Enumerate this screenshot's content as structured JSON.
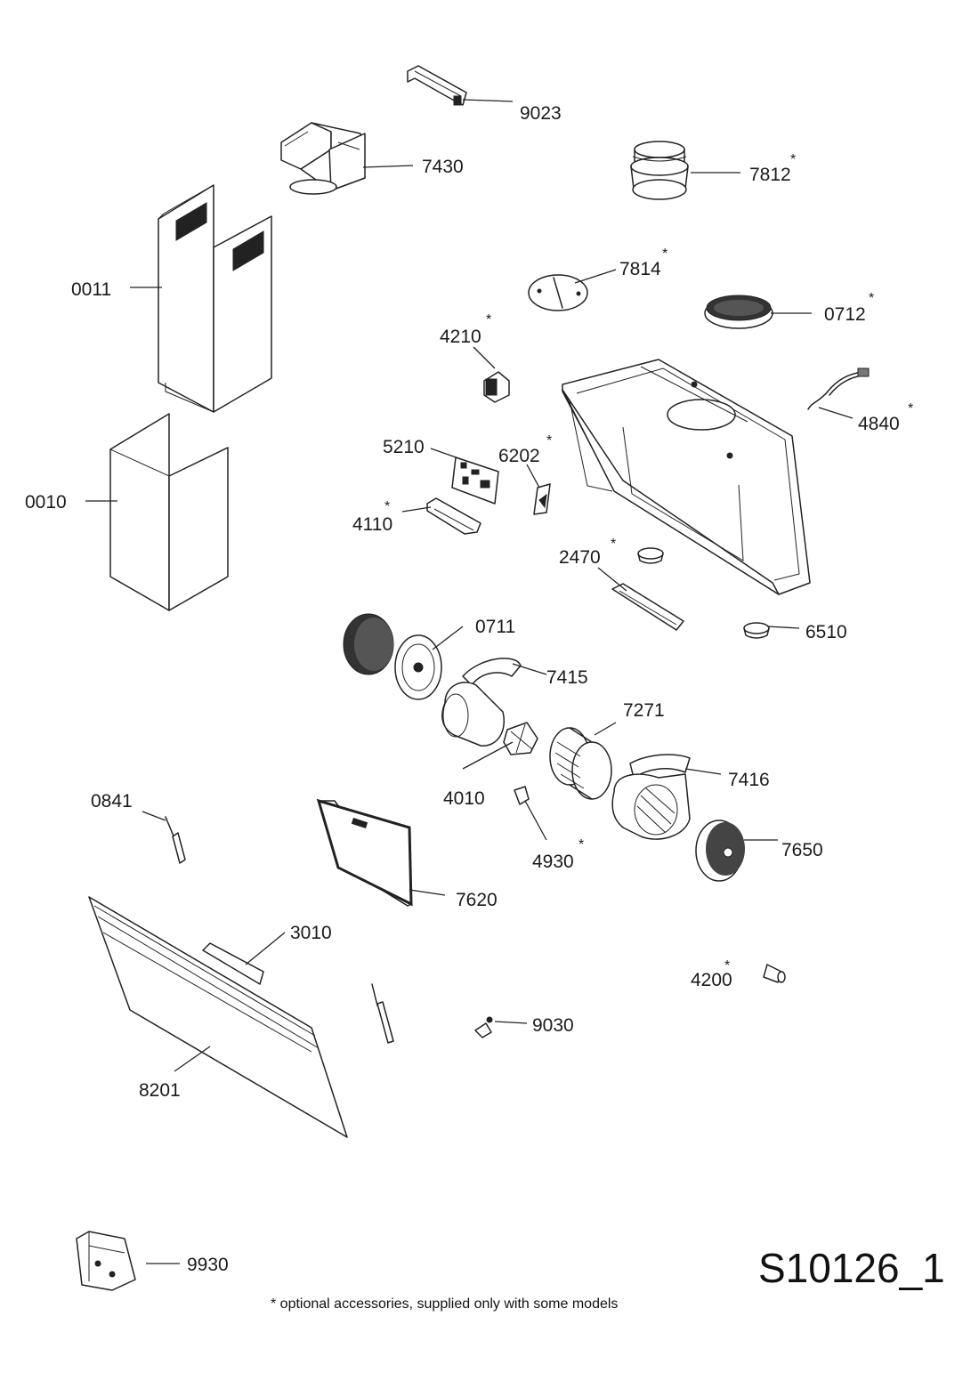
{
  "diagram_code": "S10126_1",
  "footnote": "* optional accessories, supplied only with some models",
  "optional_marker": "*",
  "parts": [
    {
      "number": "9023",
      "optional": false
    },
    {
      "number": "7430",
      "optional": false
    },
    {
      "number": "7812",
      "optional": true
    },
    {
      "number": "0011",
      "optional": false
    },
    {
      "number": "7814",
      "optional": true
    },
    {
      "number": "0712",
      "optional": true
    },
    {
      "number": "4210",
      "optional": true
    },
    {
      "number": "4840",
      "optional": true
    },
    {
      "number": "0010",
      "optional": false
    },
    {
      "number": "5210",
      "optional": false
    },
    {
      "number": "6202",
      "optional": true
    },
    {
      "number": "4110",
      "optional": true
    },
    {
      "number": "2470",
      "optional": true
    },
    {
      "number": "0711",
      "optional": false
    },
    {
      "number": "6510",
      "optional": false
    },
    {
      "number": "7415",
      "optional": false
    },
    {
      "number": "7271",
      "optional": false
    },
    {
      "number": "7416",
      "optional": false
    },
    {
      "number": "4010",
      "optional": false
    },
    {
      "number": "0841",
      "optional": false
    },
    {
      "number": "4930",
      "optional": true
    },
    {
      "number": "7650",
      "optional": false
    },
    {
      "number": "7620",
      "optional": false
    },
    {
      "number": "3010",
      "optional": false
    },
    {
      "number": "4200",
      "optional": true
    },
    {
      "number": "9030",
      "optional": false
    },
    {
      "number": "8201",
      "optional": false
    },
    {
      "number": "9930",
      "optional": false
    }
  ]
}
